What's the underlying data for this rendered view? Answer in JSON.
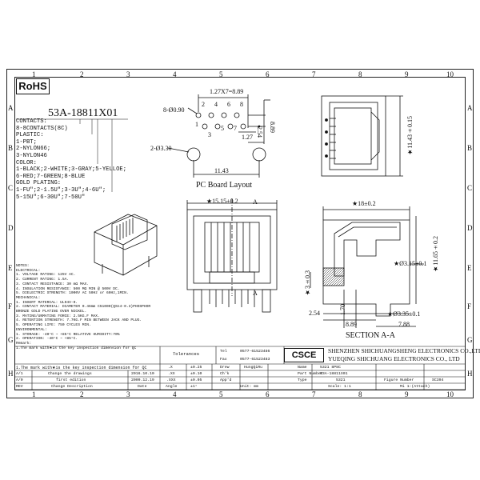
{
  "zones": {
    "top": [
      "1",
      "2",
      "3",
      "4",
      "5",
      "6",
      "7",
      "8",
      "9",
      "10"
    ],
    "bottom": [
      "1",
      "2",
      "3",
      "4",
      "5",
      "6",
      "7",
      "8",
      "9",
      "10"
    ],
    "side": [
      "A",
      "B",
      "C",
      "D",
      "E",
      "F",
      "G",
      "H"
    ]
  },
  "rohs": "RoHS",
  "part_number": "53A-18811X01",
  "spec_lines": [
    "CONTACTS:",
    "8-8CONTACTS(8C)",
    "PLASTIC:",
    "1-PBT;",
    "2-NYLON66;",
    "3-NYLON46",
    "COLOR:",
    "1-BLACK;2-WHITE;3-GRAY;5-YELLOE;",
    "6-RED;7-GREEN;8-BLUE",
    "GOLD PLATING:",
    "1-FU\";2-1.5U\";3-3U\";4-6U\";",
    "5-15U\";6-30U\";7-50U\""
  ],
  "notes": [
    "NOTES:",
    "ELECTRICAL:",
    "1. VOLTAGE RATING: 125V AC.",
    "2. CURRENT RATING: 1.5A.",
    "3. CONTACT RESISTANCE: 30 mΩ MAX.",
    "4. INSULATION RESISTANCE: 500 MΩ MIN @ 500V DC.",
    "5. DIELECTRIC STRENGTH: 1000V AC 50Hz or 60Hz,1MIN.",
    "MECHANICAL:",
    "1. INSERT MATERIAL: UL94V-0.",
    "2. CONTACT MATERIAL: DIAMETER 0.46mm C51000(QSn4-0.3)PHOSPHOR",
    "   BRONZE GOLD PLATING OVER NICKEL.",
    "3. MATING/UNMATING FORCE: 2.5KG.F MAX.",
    "4. RETENTION STRENGTH: 7.7KG.F MIN BETWEEN JACK AND PLUG.",
    "5. OPERATING LIFE: 750 CYCLES MIN.",
    "ENVIRONMENTAL:",
    "1. STORAGE: -40°C ~ +85°C RELATIVE HUMIDITY:70%",
    "2. OPERATION: -40°C ~ +85°C.",
    "Remark:",
    "1.The mark with★is the key inspection dimension for QC"
  ],
  "dims": {
    "pitch": "1.27X7=8.89",
    "holes8": "8-Ø0.90",
    "holes2": "2-Ø3.30",
    "d127": "1.27",
    "d254": "2.54",
    "d889": "8.89",
    "d1143": "11.43",
    "pin_nums_top": [
      "2",
      "4",
      "6",
      "8"
    ],
    "pin_nums_bot": [
      "1",
      "3",
      "5",
      "7"
    ],
    "pcb_layout": "PC Board Layout",
    "w1515": "★15.15±0.2",
    "w18": "★18±0.2",
    "h1143": "★11.43±0.15",
    "h1165": "★11.65±0.2",
    "d315": "★Ø3.15±0.1",
    "d335": "★Ø3.35±0.1",
    "d3": "★3±0.3",
    "side254": "2.54",
    "side170": "1.70",
    "side889": "8.89",
    "side788": "7.88",
    "sectionA": "A",
    "section_label": "SECTION A-A"
  },
  "title_block": {
    "tolerances": "Tolerances",
    "tel_label": "Tel",
    "tel": "0577-61523486",
    "fax_label": "Fax",
    "fax": "0577-61523483",
    "csce": "CSCE",
    "company_cn": "SHENZHEN SHICHUANGSHENG ELECTRONICS CO.,LTD",
    "company_en": "YUEQING SHICHUANG ELECTRONICS CO., LTD",
    "name_label": "Name",
    "name_value": "5321 8P8C",
    "part_label": "Part Number",
    "part_value": "53A-18811X01",
    "type_label": "Type",
    "type_value": "5321",
    "figure_label": "Figure Number",
    "figure_value": "SC394",
    "scale_label": "Scale: 1:1",
    "unit_label": "Unit: mm",
    "mi_label": "Mi 1:(Attach)",
    "rows": [
      {
        "rev": "A/1",
        "desc": "Change the drawings",
        "date": "2016.10.10",
        "tol_a": ".X",
        "tol_b": "±0.25",
        "role": "Drew",
        "who": "HungQiRu"
      },
      {
        "rev": "A/0",
        "desc": "first edition",
        "date": "2009.12.19",
        "tol_a": ".XX",
        "tol_b": "±0.10",
        "role": "Ch'k",
        "who": ""
      },
      {
        "rev": "REV",
        "desc": "Change Description",
        "date": "Date",
        "tol_a": "Angle",
        "tol_b": "±1°",
        "role": "App'd",
        "who": ""
      }
    ],
    "tol_row3": {
      "a": ".XXX",
      "b": "±0.05"
    }
  }
}
